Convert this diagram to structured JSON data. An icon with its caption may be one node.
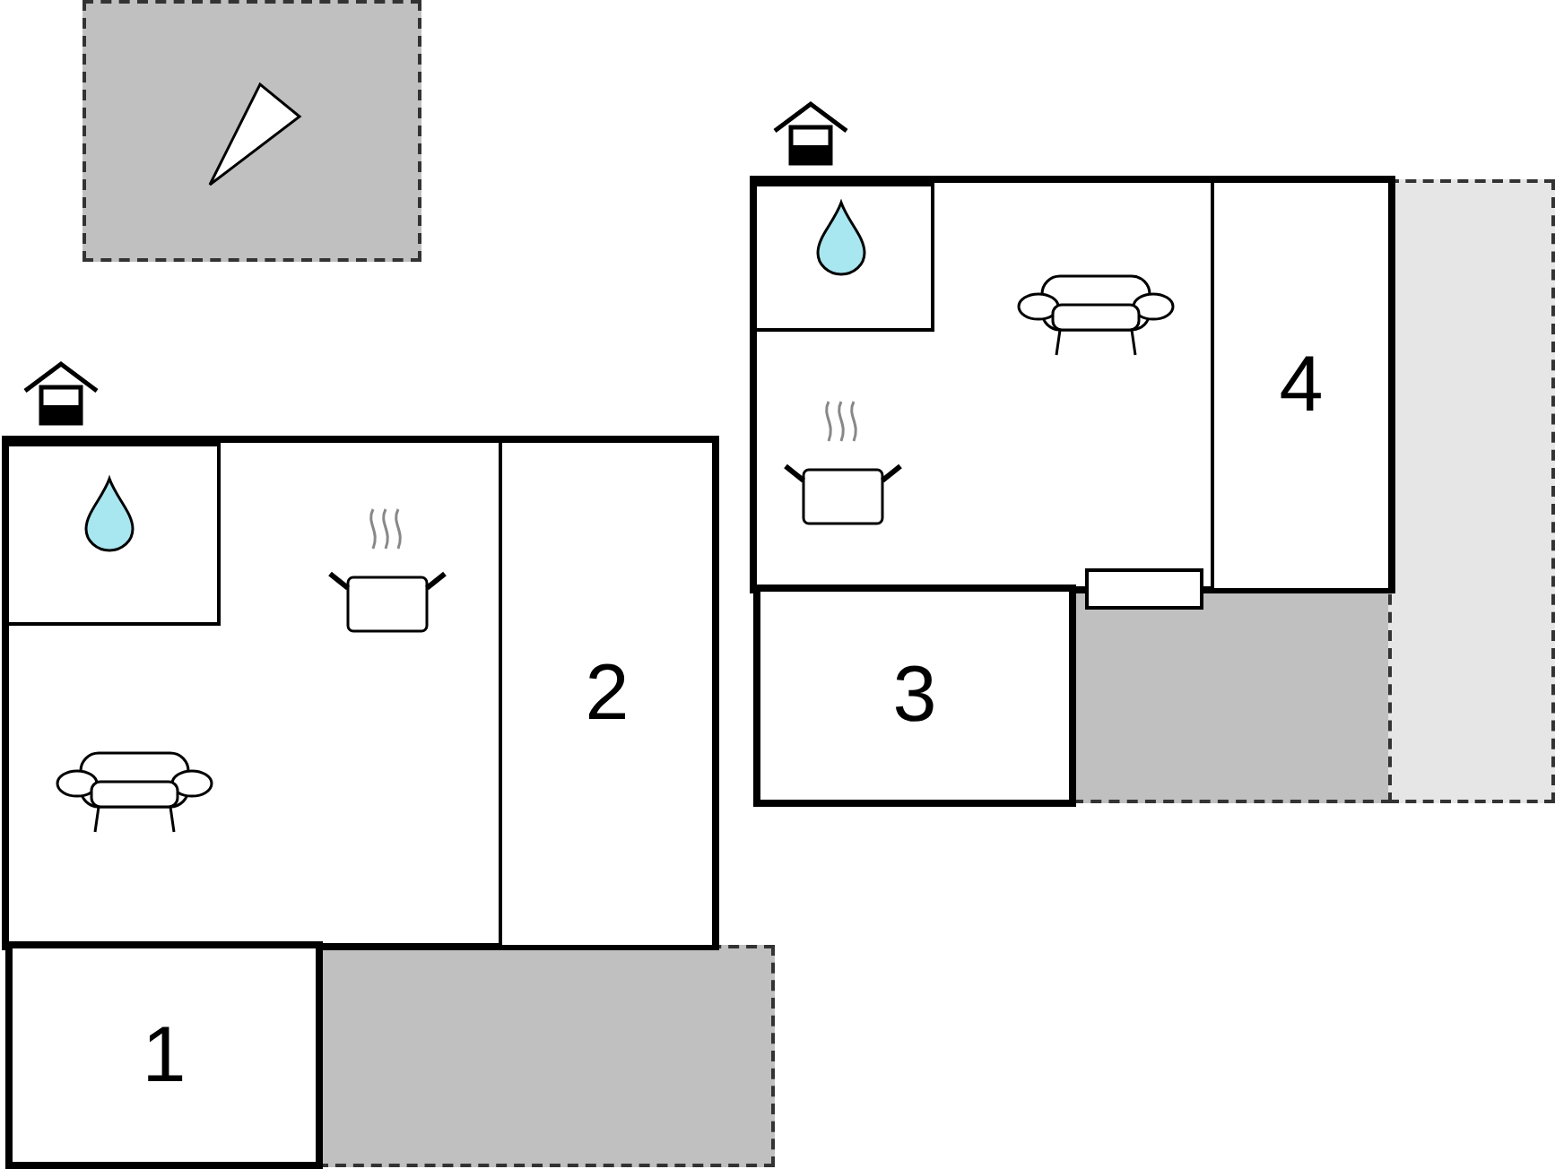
{
  "diagram": {
    "nodes": [
      {
        "text": [
          "1"
        ]
      },
      {
        "text": [
          "2"
        ]
      },
      {
        "text": [
          "3"
        ]
      },
      {
        "text": [
          "4"
        ]
      },
      {
        "text": [],
        "shape": "box"
      },
      {
        "text": [],
        "shape": "box"
      },
      {
        "text": [],
        "shape": "box"
      }
    ]
  }
}
